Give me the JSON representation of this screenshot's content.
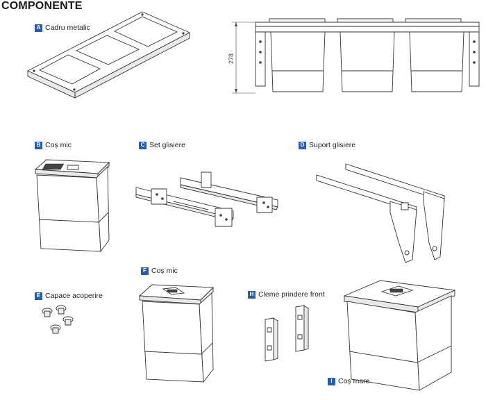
{
  "title": "COMPONENTE",
  "dimension_label": "278",
  "components": {
    "a": {
      "letter": "A",
      "label": "Cadru metalic"
    },
    "b": {
      "letter": "B",
      "label": "Coș mic"
    },
    "c": {
      "letter": "C",
      "label": "Set glisiere"
    },
    "d": {
      "letter": "D",
      "label": "Suport glisiere"
    },
    "e": {
      "letter": "E",
      "label": "Capace acoperire"
    },
    "f": {
      "letter": "F",
      "label": "Coș mic"
    },
    "h": {
      "letter": "H",
      "label": "Cleme prindere front"
    },
    "i": {
      "letter": "I",
      "label": "Coș mare"
    }
  },
  "colors": {
    "badge": "#2a5caa",
    "line": "#333333"
  }
}
